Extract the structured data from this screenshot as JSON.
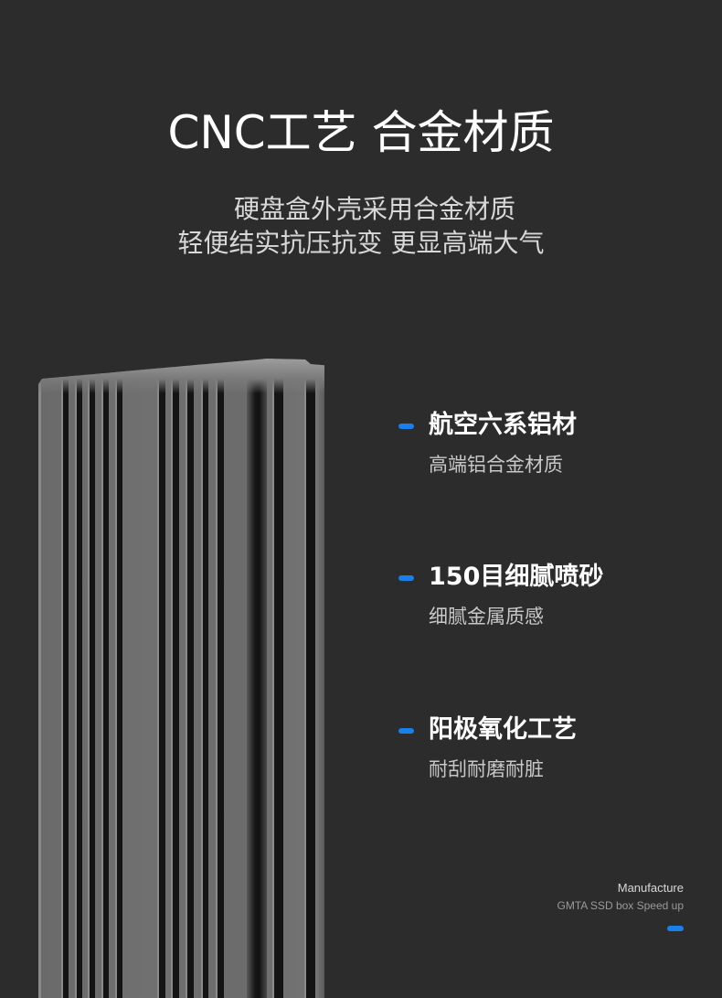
{
  "header": {
    "title": "CNC工艺 合金材质",
    "subtitle_line1": "硬盘盒外壳采用合金材质",
    "subtitle_line2": "轻便结实抗压抗变 更显高端大气"
  },
  "features": [
    {
      "title": "航空六系铝材",
      "description": "高端铝合金材质"
    },
    {
      "title": "150目细腻喷砂",
      "description": "细腻金属质感"
    },
    {
      "title": "阳极氧化工艺",
      "description": "耐刮耐磨耐脏"
    }
  ],
  "footer": {
    "label": "Manufacture",
    "tagline": "GMTA SSD box Speed up"
  },
  "colors": {
    "background": "#2c2c2c",
    "accent": "#1a7fe8",
    "title": "#ffffff",
    "subtitle": "#d8d8d8",
    "description": "#c8c8c8"
  },
  "image": {
    "product": "ssd-enclosure-aluminum-ribbed-close-up"
  }
}
